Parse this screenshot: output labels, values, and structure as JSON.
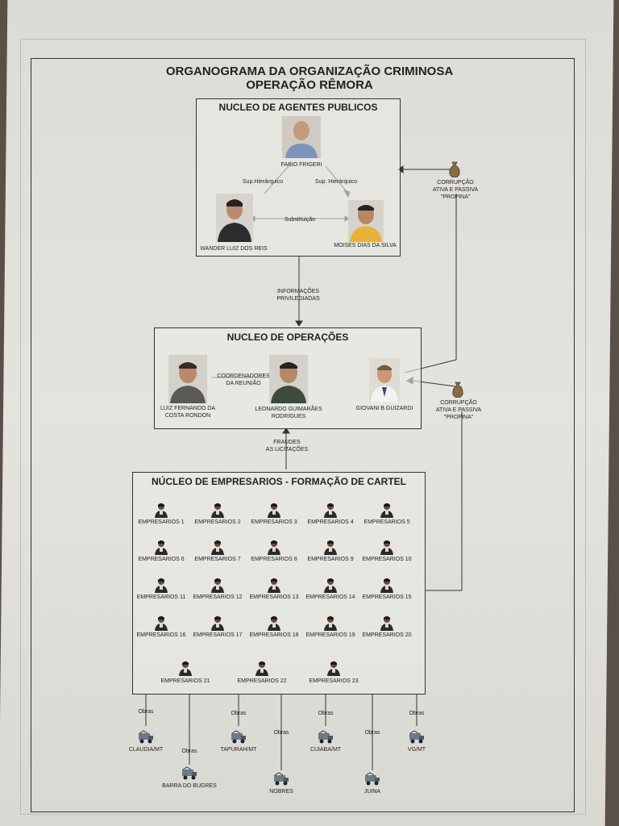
{
  "title": {
    "line1": "ORGANOGRAMA DA ORGANIZAÇÃO CRIMINOSA",
    "line2": "OPERAÇÃO RÊMORA"
  },
  "agentes": {
    "title": "NUCLEO DE AGENTES PUBLICOS",
    "fabio": "FABIO FRIGERI",
    "wander": "WANDER LUIZ DOS REIS",
    "moises": "MOISES DIAS DA SILVA",
    "sup_left": "Sup.Hierárquico",
    "sup_right": "Sup. Hierárquico",
    "substituicao": "Substituição"
  },
  "corrupcao1": {
    "line1": "CORRUPÇÃO",
    "line2": "ATIVA E PASSIVA",
    "line3": "\"PROPINA\""
  },
  "corrupcao2": {
    "line1": "CORRUPÇÃO",
    "line2": "ATIVA E PASSIVA",
    "line3": "\"PROPINA\""
  },
  "informacoes": {
    "line1": "INFORMAÇÕES",
    "line2": "PRIVILEGIADAS"
  },
  "operacoes": {
    "title": "NUCLEO DE OPERAÇÕES",
    "luiz_1": "LUIZ FERNANDO DA",
    "luiz_2": "COSTA RONDON",
    "leonardo_1": "LEONARDO GUIMARÃES",
    "leonardo_2": "RODRIGUES",
    "giovani": "GIOVANI B.GUIZARDI",
    "coord_1": "COORDENADORES",
    "coord_2": "DA REUNIÃO"
  },
  "fraudes": {
    "line1": "FRAUDES",
    "line2": "AS LICITAÇÕES"
  },
  "empresarios": {
    "title": "NÚCLEO DE EMPRESARIOS - FORMAÇÃO DE CARTEL",
    "items": [
      "EMPRESARIOS 1",
      "EMPRESARIOS 2",
      "EMPRESARIOS 3",
      "EMPRESARIOS 4",
      "EMPRESARIOS 5",
      "EMPRESARIOS 6",
      "EMPRESARIOS 7",
      "EMPRESARIOS 8",
      "EMPRESARIOS 9",
      "EMPRESARIOS 10",
      "EMPRESARIOS 11",
      "EMPRESARIOS 12",
      "EMPRESARIOS 13",
      "EMPRESARIOS 14",
      "EMPRESARIOS 15",
      "EMPRESARIOS 16",
      "EMPRESARIOS 17",
      "EMPRESARIOS 18",
      "EMPRESARIOS 19",
      "EMPRESARIOS 20",
      "EMPRESARIOS 21",
      "EMPRESARIOS 22",
      "EMPRESARIOS 23"
    ]
  },
  "obras_label": "Obras",
  "cities": [
    "CLAUDIA/MT",
    "BARRA DO BUGRES",
    "TAPURAH/MT",
    "NOBRES",
    "CUIABA/MT",
    "JUINA",
    "VG/MT"
  ]
}
